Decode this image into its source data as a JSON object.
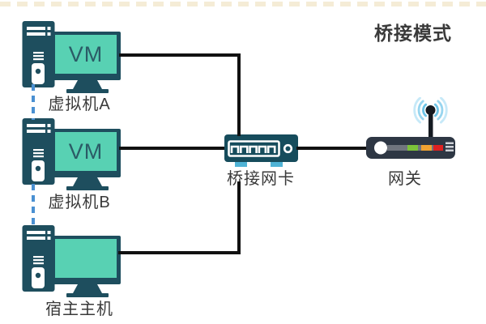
{
  "title": "桥接模式",
  "nodes": {
    "vm_a": {
      "label": "虚拟机A",
      "screen_label": "VM"
    },
    "vm_b": {
      "label": "虚拟机B",
      "screen_label": "VM"
    },
    "host": {
      "label": "宿主主机",
      "screen_label": ""
    },
    "bridge": {
      "label": "桥接网卡"
    },
    "gateway": {
      "label": "网关"
    }
  },
  "icons": {
    "computer": "desktop-computer-icon",
    "bridge": "network-switch-icon",
    "gateway": "wireless-router-icon"
  },
  "colors": {
    "device_teal": "#1E4E5E",
    "screen_green": "#58D1B3",
    "screen_text": "#2B5B66",
    "switch_teal": "#164C5C",
    "switch_feet_blue": "#4FB3D6",
    "router_body": "#2E3744",
    "led_green": "#7CC23A",
    "led_orange": "#F0A232",
    "led_red": "#DE2121",
    "wifi_blue_inner": "#6CC3E6",
    "wifi_blue_mid": "#97D5EF",
    "wifi_blue_outer": "#C6E9F8",
    "cable_black": "#111111",
    "dashed_link_blue": "#4A90D2",
    "top_border_cream": "#F5ECD6",
    "label_text": "#3A3A3A"
  }
}
